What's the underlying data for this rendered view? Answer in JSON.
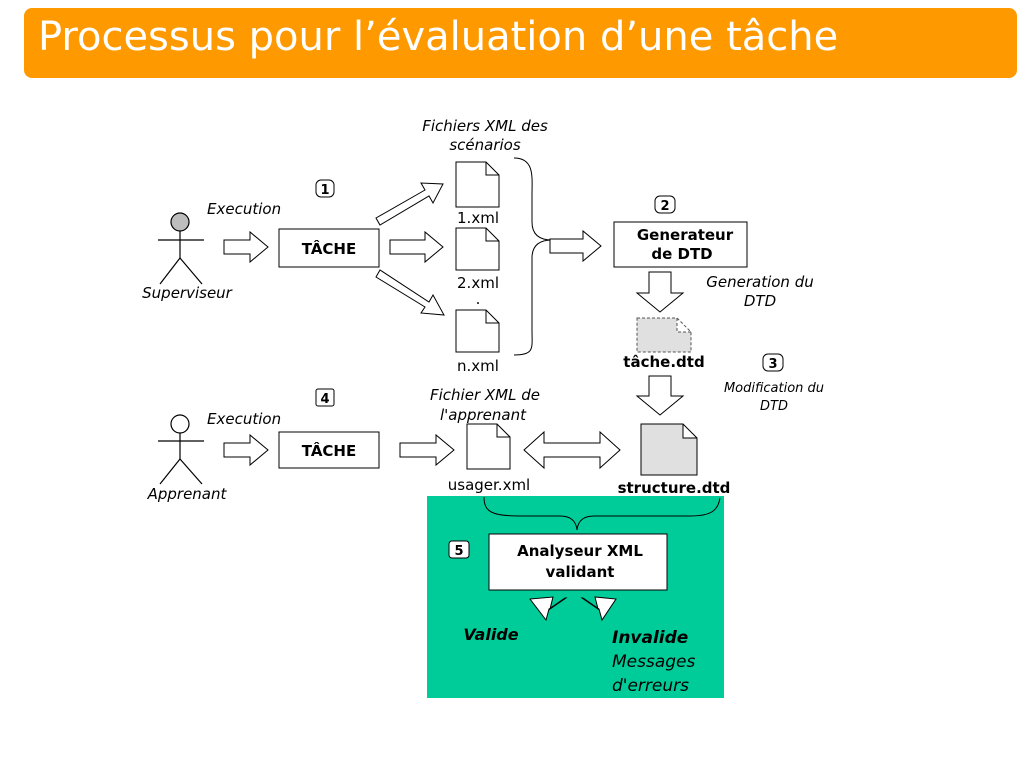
{
  "title": "Processus pour l’évaluation d’une tâche",
  "colors": {
    "title_bar": "#ff9900",
    "validation_panel": "#00cc99",
    "dtd_file": "#e0e0e0"
  },
  "diagram": {
    "xml_files_label_1": "Fichiers XML des",
    "xml_files_label_2": "scénarios",
    "step1": "1",
    "step2": "2",
    "step3": "3",
    "step4": "4",
    "step5": "5",
    "execution_1": "Execution",
    "execution_2": "Execution",
    "tache_1": "TÂCHE",
    "tache_2": "TÂCHE",
    "supervisor": "Superviseur",
    "learner": "Apprenant",
    "file_1": "1.xml",
    "file_2": "2.xml",
    "file_dot": ".",
    "file_n": "n.xml",
    "generator_1": "Generateur",
    "generator_2": "de DTD",
    "generation_1": "Generation du",
    "generation_2": "DTD",
    "tache_dtd": "tâche.dtd",
    "modification_1": "Modification du",
    "modification_2": "DTD",
    "learner_file_label_1": "Fichier XML de",
    "learner_file_label_2": "l'apprenant",
    "usager_xml": "usager.xml",
    "structure_dtd": "structure.dtd",
    "analyzer_1": "Analyseur XML",
    "analyzer_2": "validant",
    "valid": "Valide",
    "invalid": "Invalide",
    "messages_1": "Messages",
    "messages_2": "d'erreurs"
  }
}
